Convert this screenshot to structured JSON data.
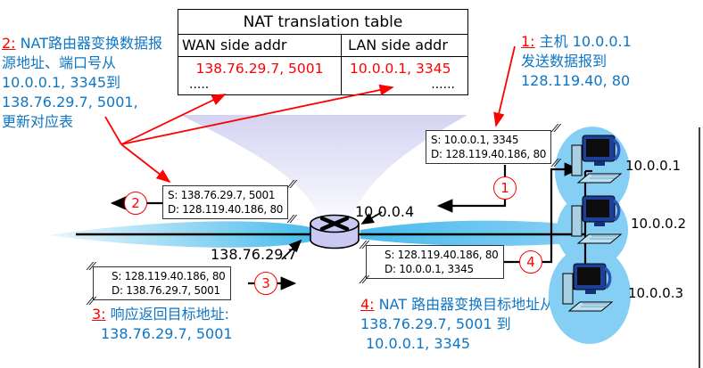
{
  "nat_table": {
    "title": "NAT translation table",
    "headers": {
      "wan": "WAN side addr",
      "lan": "LAN side addr"
    },
    "entry": {
      "wan": "138.76.29.7, 5001",
      "lan": "10.0.0.1, 3345"
    },
    "more": {
      "wan": ".....",
      "lan": "......"
    }
  },
  "notes": {
    "step1": {
      "num": "1:",
      "line1": "主机 10.0.0.1",
      "line2": "发送数据报到",
      "line3": "128.119.40, 80"
    },
    "step2": {
      "num": "2:",
      "line1": "NAT路由器变换数据报",
      "line2": "源地址、端口号从",
      "line3": "10.0.0.1, 3345到",
      "line4": "138.76.29.7, 5001,",
      "line5": "更新对应表"
    },
    "step3": {
      "num": "3:",
      "line1": "响应返回目标地址:",
      "line2": "138.76.29.7, 5001"
    },
    "step4": {
      "num": "4:",
      "line1": "NAT 路由器变换目标地址从",
      "line2": "138.76.29.7, 5001 到",
      "line3": "10.0.0.1, 3345"
    }
  },
  "packets": {
    "p1": {
      "src": "S: 10.0.0.1, 3345",
      "dst": "D: 128.119.40.186, 80",
      "badge": "1"
    },
    "p2": {
      "src": "S: 138.76.29.7, 5001",
      "dst": "D: 128.119.40.186, 80",
      "badge": "2"
    },
    "p3": {
      "src": "S: 128.119.40.186, 80",
      "dst": "D: 138.76.29.7, 5001",
      "badge": "3"
    },
    "p4": {
      "src": "S: 128.119.40.186, 80",
      "dst": "D: 10.0.0.1, 3345",
      "badge": "4"
    }
  },
  "network": {
    "router_wan_ip": "138.76.29.7",
    "router_lan_ip": "10.0.0.4",
    "hosts": [
      {
        "ip": "10.0.0.1"
      },
      {
        "ip": "10.0.0.2"
      },
      {
        "ip": "10.0.0.3"
      }
    ]
  },
  "icons": {
    "link_break": "//"
  },
  "colors": {
    "annotation_blue": "#0e76c4",
    "highlight_red": "#ff0000",
    "lan_blob_blue": "#85cef4",
    "link_water_blue": "#49bcec",
    "router_lavender": "#c9c9f4",
    "funnel_lavender": "#d4d4f2"
  }
}
